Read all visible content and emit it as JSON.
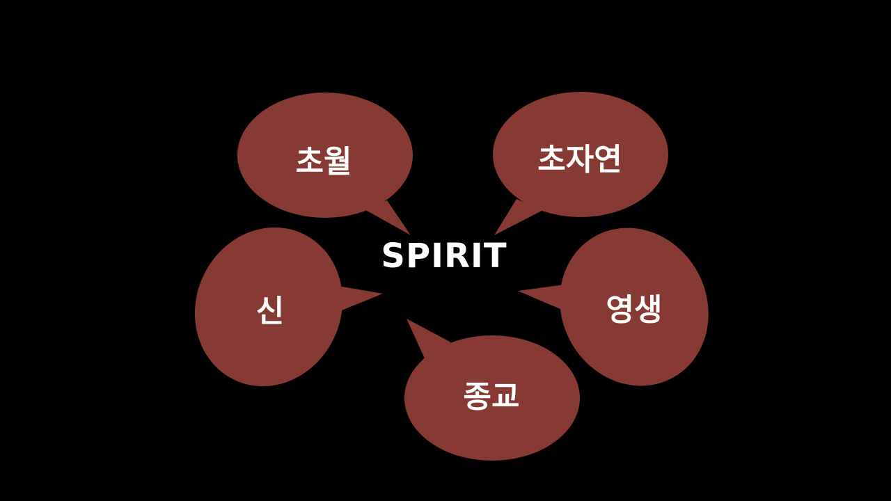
{
  "center": {
    "label": "SPIRIT",
    "color": "#ffffff"
  },
  "colors": {
    "background": "#000000",
    "bubble": "#863a33",
    "text": "#ffffff"
  },
  "bubbles": {
    "transcendence": {
      "label": "초월"
    },
    "supernatural": {
      "label": "초자연"
    },
    "god": {
      "label": "신"
    },
    "eternal_life": {
      "label": "영생"
    },
    "religion": {
      "label": "종교"
    }
  }
}
